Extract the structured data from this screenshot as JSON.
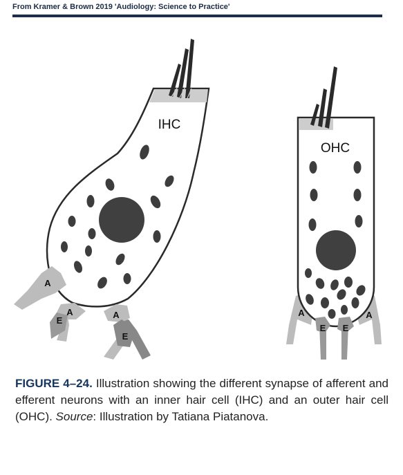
{
  "header": {
    "citation": "From Kramer & Brown 2019 'Audiology: Science to Practice'"
  },
  "diagram": {
    "ihc_label": "IHC",
    "ohc_label": "OHC",
    "labels": {
      "afferent": "A",
      "efferent": "E"
    }
  },
  "caption": {
    "figure_number": "FIGURE 4–24.",
    "text": " Illustration showing the different synapse of afferent and efferent neurons with an inner hair cell (IHC) and an outer hair cell (OHC). ",
    "source_label": "Source",
    "source_text": ": Illustration by Tatiana Piatanova."
  }
}
